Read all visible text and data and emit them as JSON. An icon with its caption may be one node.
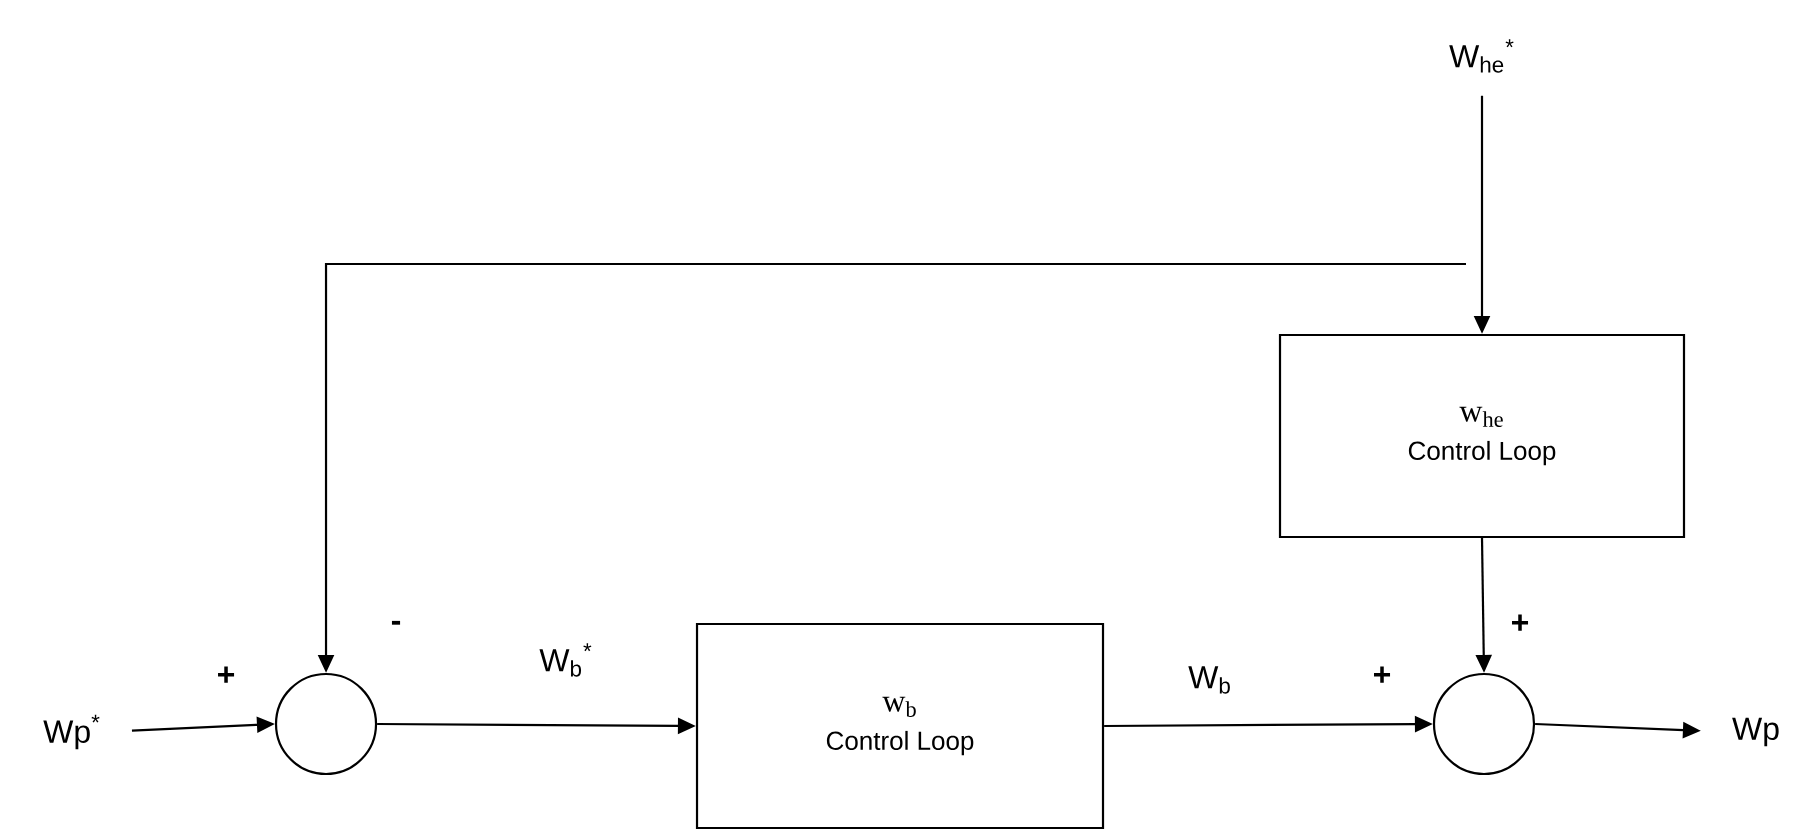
{
  "diagram": {
    "nodes": [
      {
        "text": [
          "Wp$^{*}$"
        ]
      },
      {
        "text": [],
        "shape": "circle"
      },
      {
        "text": [
          "w$_{b}$",
          "Control Loop"
        ]
      },
      {
        "text": [],
        "shape": "circle"
      },
      {
        "text": [
          "Wp"
        ]
      },
      {
        "text": [
          "W$_{he}$$^{*}$"
        ]
      },
      {
        "text": [
          "w$_{he}$",
          "Control Loop"
        ]
      }
    ],
    "edges": [
      {
        "from": 0,
        "to": 1,
        "arrow": "to"
      },
      {
        "from": 1,
        "to": 2,
        "arrow": "to",
        "label": "W$_{b}$$^{*}$"
      },
      {
        "from": 2,
        "to": 3,
        "arrow": "to",
        "label": "W$_{b}$"
      },
      {
        "from": 3,
        "to": 4,
        "arrow": "to"
      },
      {
        "from": 5,
        "to": 6,
        "arrow": "to"
      },
      {
        "from": 6,
        "to": 3,
        "arrow": "to"
      },
      {
        "from": null,
        "to": 1,
        "arrow": "to"
      }
    ],
    "labels": [
      "-",
      "+",
      "+",
      "+"
    ]
  }
}
